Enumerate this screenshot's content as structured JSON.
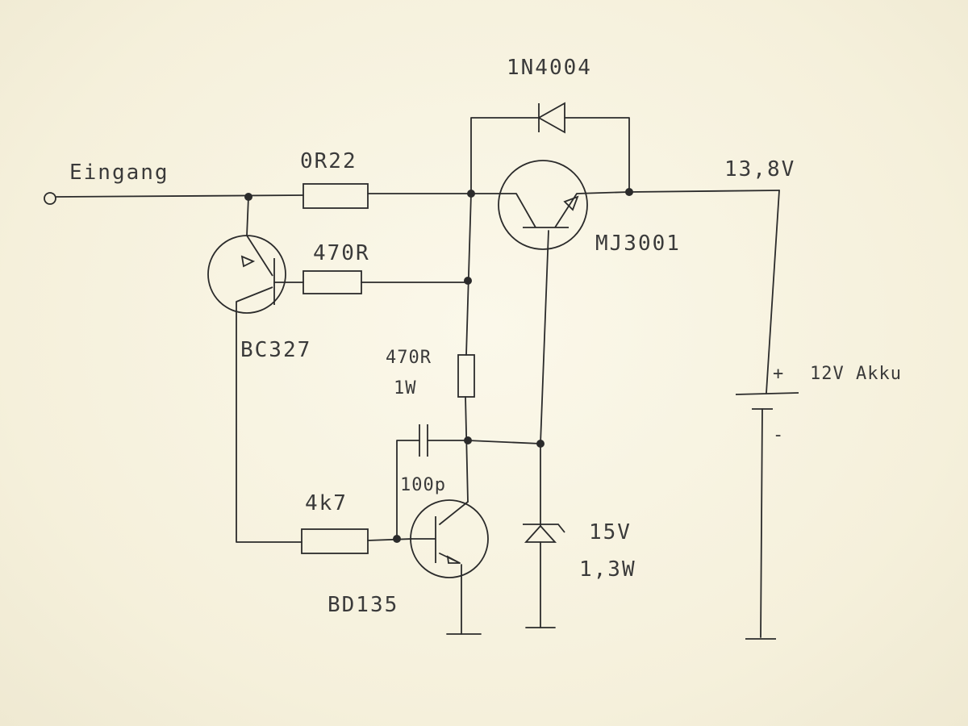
{
  "labels": {
    "input": "Eingang",
    "diode": "1N4004",
    "r_sense": "0R22",
    "r_base": "470R",
    "output_voltage": "13,8V",
    "power_transistor": "MJ3001",
    "pnp_transistor": "BC327",
    "r_power_value": "470R",
    "r_power_rating": "1W",
    "capacitor": "100p",
    "r_4k7": "4k7",
    "driver_transistor": "BD135",
    "zener_voltage": "15V",
    "zener_power": "1,3W",
    "battery_plus": "+",
    "battery_minus": "-",
    "battery": "12V Akku"
  },
  "colors": {
    "paper": "#f6f2df",
    "ink": "#2b2b2b"
  }
}
